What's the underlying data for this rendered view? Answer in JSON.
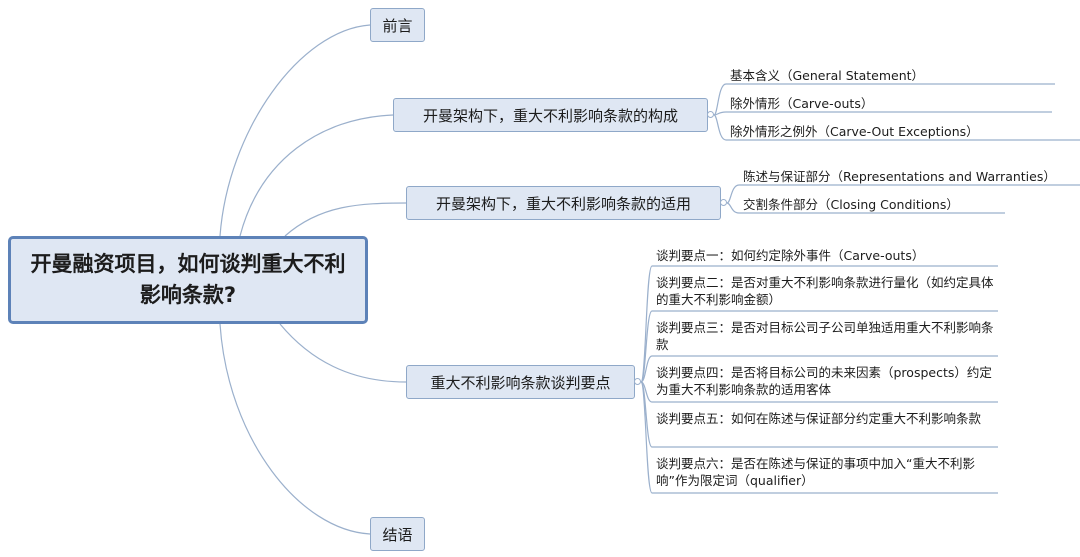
{
  "root": {
    "title": "开曼融资项目，如何谈判重大不利影响条款?"
  },
  "branches": [
    {
      "id": "preface",
      "label": "前言",
      "children": []
    },
    {
      "id": "composition",
      "label": "开曼架构下，重大不利影响条款的构成",
      "children": [
        "基本含义（General Statement）",
        "除外情形（Carve-outs）",
        "除外情形之例外（Carve-Out Exceptions）"
      ]
    },
    {
      "id": "application",
      "label": "开曼架构下，重大不利影响条款的适用",
      "children": [
        "陈述与保证部分（Representations and Warranties）",
        "交割条件部分（Closing Conditions）"
      ]
    },
    {
      "id": "negotiation",
      "label": "重大不利影响条款谈判要点",
      "children": [
        "谈判要点一：如何约定除外事件（Carve-outs）",
        "谈判要点二：是否对重大不利影响条款进行量化（如约定具体的重大不利影响金额）",
        "谈判要点三：是否对目标公司子公司单独适用重大不利影响条款",
        "谈判要点四：是否将目标公司的未来因素（prospects）约定为重大不利影响条款的适用客体",
        "谈判要点五：如何在陈述与保证部分约定重大不利影响条款",
        "谈判要点六：是否在陈述与保证的事项中加入“重大不利影响”作为限定词（qualifier）"
      ]
    },
    {
      "id": "conclusion",
      "label": "结语",
      "children": []
    }
  ],
  "colors": {
    "line": "#9bb0cc",
    "node_fill": "#dfe7f3",
    "node_border": "#8fa8c8",
    "root_border": "#5d82b8"
  }
}
